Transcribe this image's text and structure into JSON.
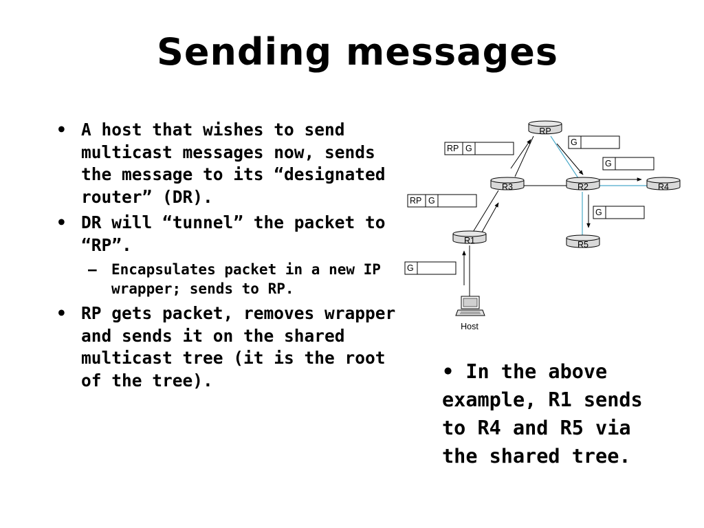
{
  "slide": {
    "title": "Sending messages",
    "bullets": [
      {
        "text": "A host that wishes to send multicast messages now, sends the message to its “designated router” (DR)."
      },
      {
        "text": "DR will “tunnel” the packet to “RP”."
      },
      {
        "text": "Encapsulates packet in a new IP wrapper; sends to RP."
      },
      {
        "text": "RP gets packet, removes wrapper and sends it on the shared multicast tree (it is the root of the tree)."
      }
    ],
    "bullet_glyph": "•",
    "dash_glyph": "–",
    "caption": "• In the above example, R1 sends to R4 and R5 via the shared tree."
  },
  "diagram": {
    "routers": [
      {
        "id": "RP",
        "label": "RP"
      },
      {
        "id": "R3",
        "label": "R3"
      },
      {
        "id": "R2",
        "label": "R2"
      },
      {
        "id": "R4",
        "label": "R4"
      },
      {
        "id": "R1",
        "label": "R1"
      },
      {
        "id": "R5",
        "label": "R5"
      }
    ],
    "host_label": "Host",
    "packets": [
      {
        "cells": [
          "RP",
          "G"
        ]
      },
      {
        "cells": [
          "G"
        ]
      },
      {
        "cells": [
          "G"
        ]
      },
      {
        "cells": [
          "RP",
          "G"
        ]
      },
      {
        "cells": [
          "G"
        ]
      },
      {
        "cells": [
          "G"
        ]
      }
    ],
    "colors": {
      "tree_link": "#4aa9c9",
      "plain_link": "#000000",
      "router_fill": "#d9d9d9"
    }
  }
}
